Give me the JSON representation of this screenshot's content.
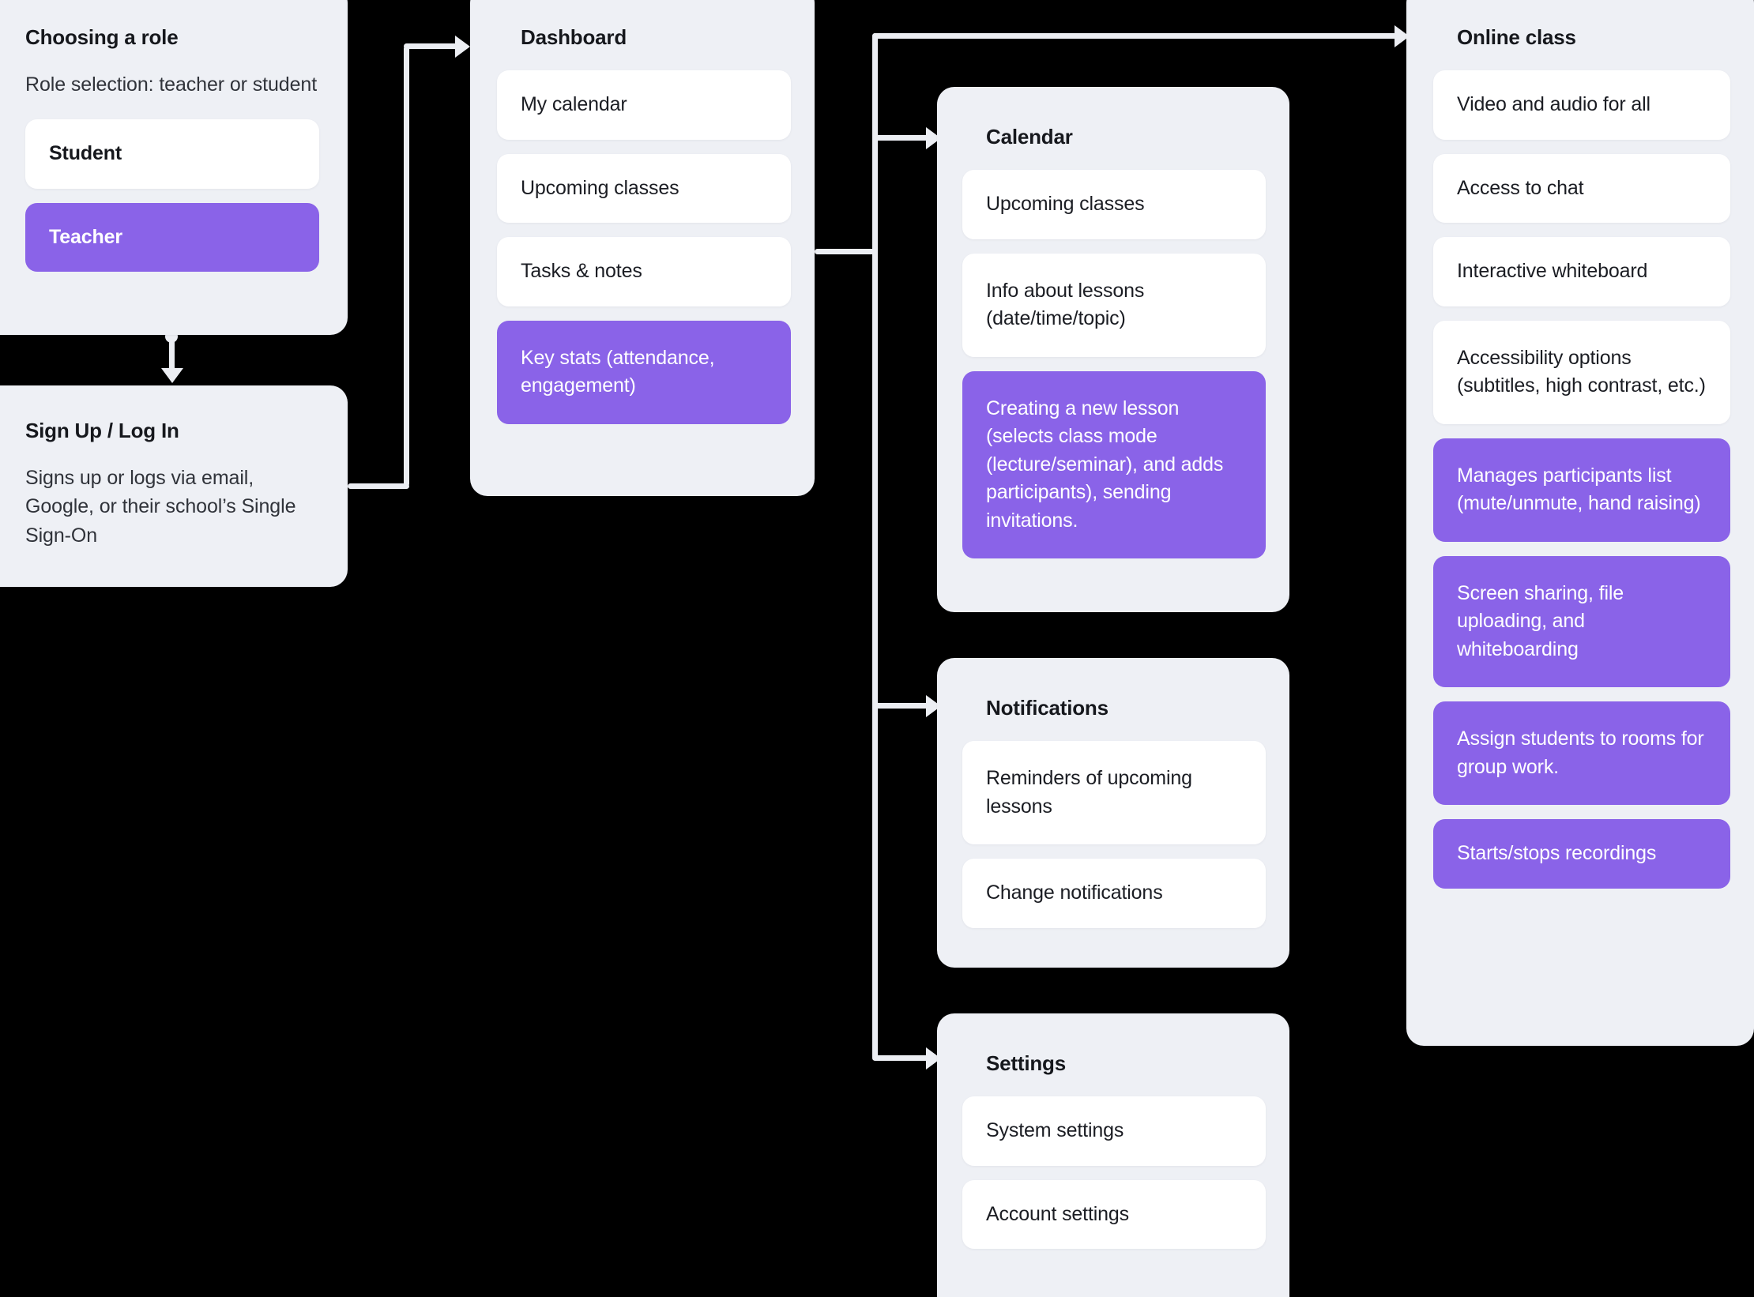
{
  "theme": {
    "canvas_bg": "#000000",
    "card_bg": "#eef0f5",
    "pill_bg": "#ffffff",
    "accent": "#8a63e8",
    "connector": "#eceef3",
    "text": "#16181d"
  },
  "cards": {
    "choosing_role": {
      "title": "Choosing a role",
      "description": "Role selection: teacher or student",
      "options": [
        {
          "label": "Student",
          "state": "default"
        },
        {
          "label": "Teacher",
          "state": "selected"
        }
      ]
    },
    "signup_login": {
      "title": "Sign Up / Log In",
      "description": "Signs up or logs via email, Google, or their school’s Single Sign-On"
    },
    "dashboard": {
      "title": "Dashboard",
      "items": [
        {
          "label": "My calendar",
          "state": "default"
        },
        {
          "label": "Upcoming classes",
          "state": "default"
        },
        {
          "label": "Tasks & notes",
          "state": "default"
        },
        {
          "label": "Key stats (attendance, engagement)",
          "state": "highlight"
        }
      ]
    },
    "calendar": {
      "title": "Calendar",
      "items": [
        {
          "label": "Upcoming classes",
          "state": "default"
        },
        {
          "label": "Info about lessons (date/time/topic)",
          "state": "default"
        },
        {
          "label": "Creating a new lesson (selects class mode (lecture/seminar), and adds participants), sending invitations.",
          "state": "highlight"
        }
      ]
    },
    "notifications": {
      "title": "Notifications",
      "items": [
        {
          "label": "Reminders of upcoming lessons",
          "state": "default"
        },
        {
          "label": "Change notifications",
          "state": "default"
        }
      ]
    },
    "settings": {
      "title": "Settings",
      "items": [
        {
          "label": "System settings",
          "state": "default"
        },
        {
          "label": "Account settings",
          "state": "default"
        }
      ]
    },
    "online_class": {
      "title": "Online class",
      "items": [
        {
          "label": "Video and audio for all",
          "state": "default"
        },
        {
          "label": "Access to chat",
          "state": "default"
        },
        {
          "label": "Interactive whiteboard",
          "state": "default"
        },
        {
          "label": "Accessibility options (subtitles, high contrast, etc.)",
          "state": "default"
        },
        {
          "label": "Manages participants list (mute/unmute, hand raising)",
          "state": "highlight"
        },
        {
          "label": "Screen sharing, file uploading, and whiteboarding",
          "state": "highlight"
        },
        {
          "label": "Assign students to rooms for group work.",
          "state": "highlight"
        },
        {
          "label": "Starts/stops recordings",
          "state": "highlight"
        }
      ]
    }
  },
  "connections": [
    {
      "from": "choosing_role",
      "to": "signup_login",
      "marker": "arrow-down"
    },
    {
      "from": "signup_login",
      "to": "dashboard",
      "marker": "arrow-right"
    },
    {
      "from": "dashboard",
      "to": "online_class",
      "marker": "arrow-right"
    },
    {
      "from": "dashboard",
      "to": "calendar",
      "marker": "arrow-right"
    },
    {
      "from": "dashboard",
      "to": "notifications",
      "marker": "arrow-right"
    },
    {
      "from": "dashboard",
      "to": "settings",
      "marker": "arrow-right"
    }
  ]
}
